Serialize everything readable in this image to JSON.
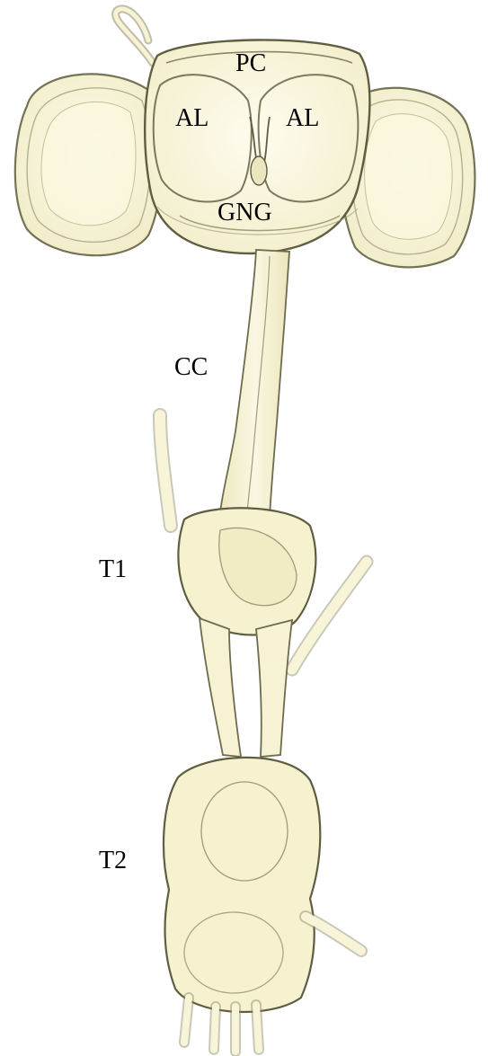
{
  "labels": {
    "pc": "PC",
    "al_left": "AL",
    "al_right": "AL",
    "gng": "GNG",
    "cc": "CC",
    "t1": "T1",
    "t2": "T2"
  },
  "colors": {
    "tissue_fill": "#f7f3d3",
    "tissue_fill_light": "#fbf9e6",
    "tissue_outline": "#6e6c4e",
    "tissue_outline_light": "#a5a17a",
    "label_text": "#000000",
    "background": "#ffffff"
  }
}
